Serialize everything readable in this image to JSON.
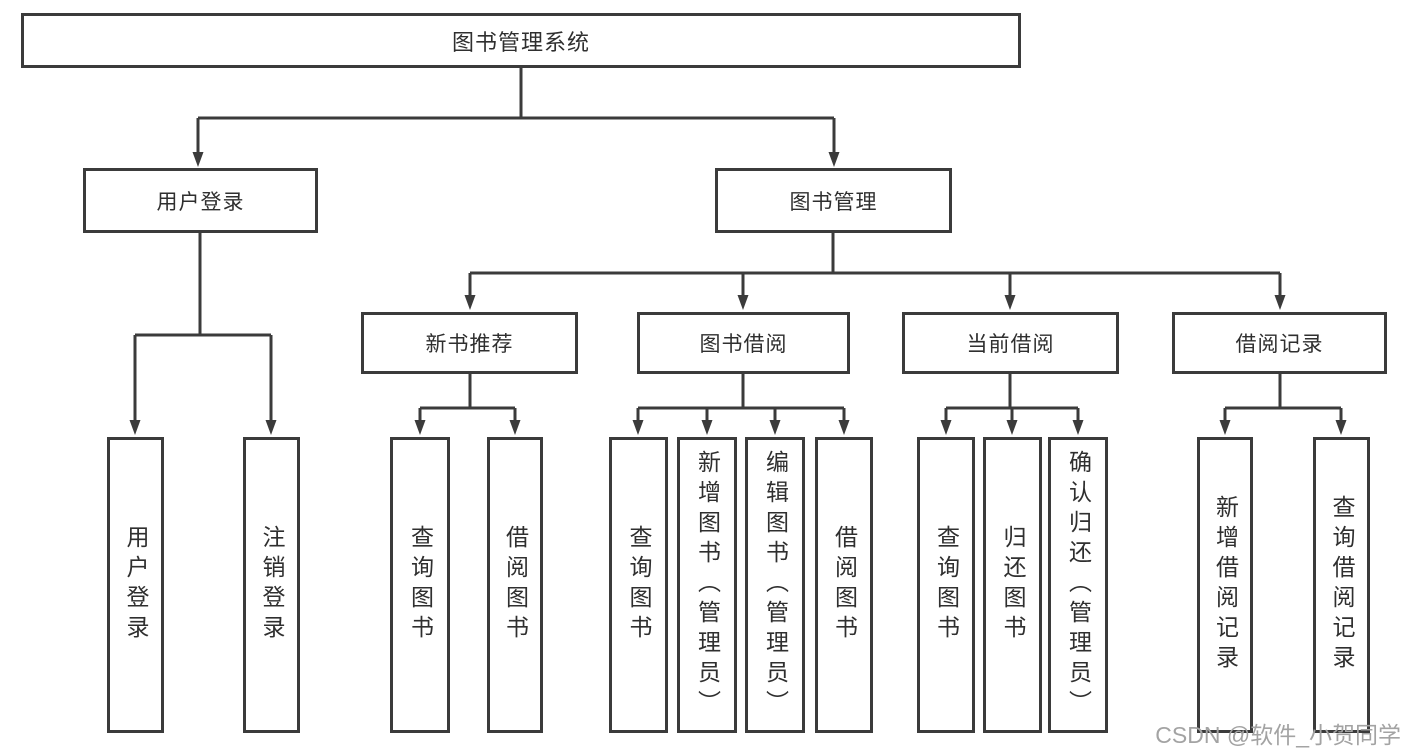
{
  "diagram": {
    "root": "图书管理系统",
    "level2": [
      "用户登录",
      "图书管理"
    ],
    "level3": [
      "新书推荐",
      "图书借阅",
      "当前借阅",
      "借阅记录"
    ],
    "leaves": {
      "login": [
        "用户登录",
        "注销登录"
      ],
      "new_book": [
        "查询图书",
        "借阅图书"
      ],
      "book_borrow": [
        "查询图书",
        "新增图书（管理员）",
        "编辑图书（管理员）",
        "借阅图书"
      ],
      "current_borrow": [
        "查询图书",
        "归还图书",
        "确认归还（管理员）"
      ],
      "borrow_records": [
        "新增借阅记录",
        "查询借阅记录"
      ]
    },
    "watermark": "CSDN @软件_小贺同学",
    "colors": {
      "line": "#3b3b3b",
      "text": "#2f2f2f",
      "background": "#ffffff",
      "watermark": "#a3a3a3"
    }
  }
}
